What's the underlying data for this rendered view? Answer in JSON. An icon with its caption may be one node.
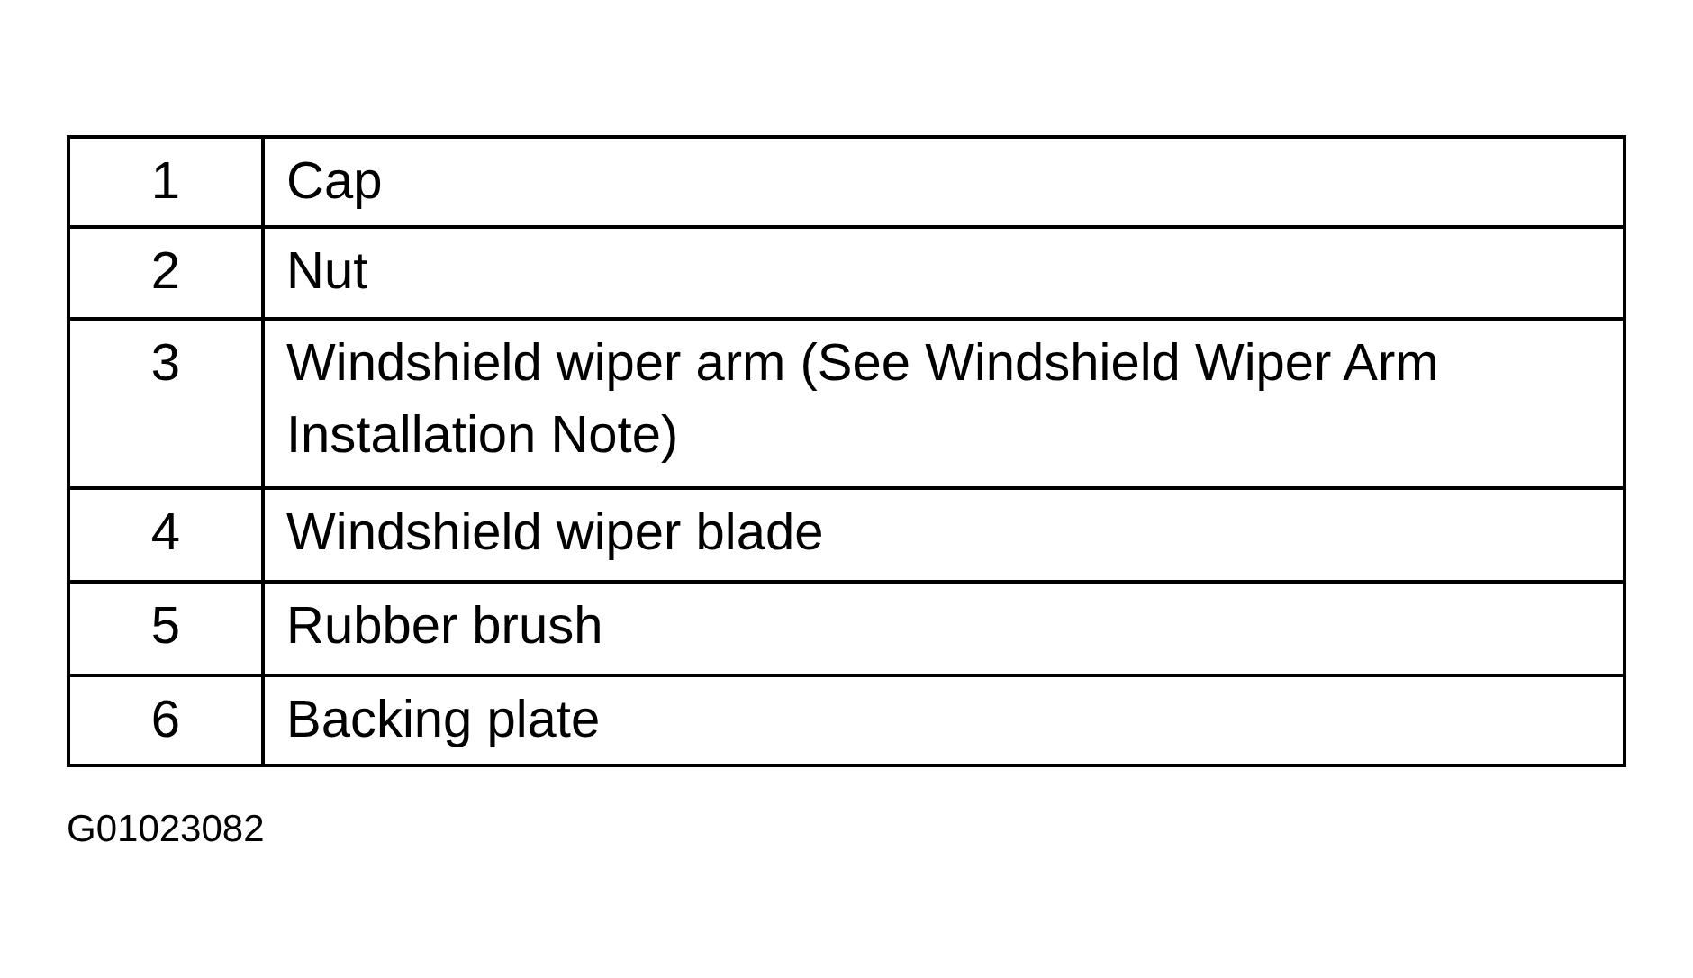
{
  "diagram": {
    "labels": [
      "1",
      "Cap",
      "2",
      "Nut",
      "3",
      "Windshield wiper arm (See Windshield Wiper Arm Installation Note)",
      "4",
      "Windshield wiper blade",
      "5",
      "Rubber brush",
      "6",
      "Backing plate",
      "G01023082"
    ]
  }
}
